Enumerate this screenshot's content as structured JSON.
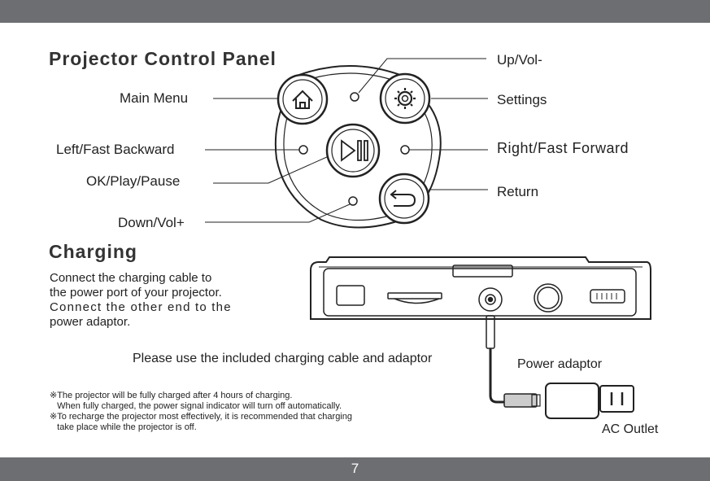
{
  "header": {
    "title": "Projector Control Panel"
  },
  "control_panel": {
    "labels": {
      "main_menu": "Main Menu",
      "left_fast_backward": "Left/Fast Backward",
      "ok_play_pause": "OK/Play/Pause",
      "down_vol_plus": "Down/Vol+",
      "up_vol_minus": "Up/Vol-",
      "settings": "Settings",
      "right_fast_forward": "Right/Fast Forward",
      "return": "Return"
    },
    "icons": [
      "home-icon",
      "gear-icon",
      "play-pause-icon",
      "return-arrow-icon"
    ]
  },
  "charging": {
    "title": "Charging",
    "instructions": [
      "Connect the charging cable to",
      "the power port of your projector.",
      "Connect the other end to the",
      "power adaptor."
    ],
    "cable_note": "Please use the included charging cable and adaptor",
    "power_adaptor_label": "Power adaptor",
    "ac_outlet_label": "AC Outlet",
    "notes": [
      "※The projector will be fully charged after 4 hours of charging.",
      "   When fully charged, the power signal indicator will turn off automatically.",
      "※To recharge the projector most effectively, it is recommended that charging",
      "   take place while the projector is off."
    ]
  },
  "footer": {
    "page_number": "7"
  },
  "colors": {
    "bars": "#6d6e71",
    "text": "#222222"
  }
}
